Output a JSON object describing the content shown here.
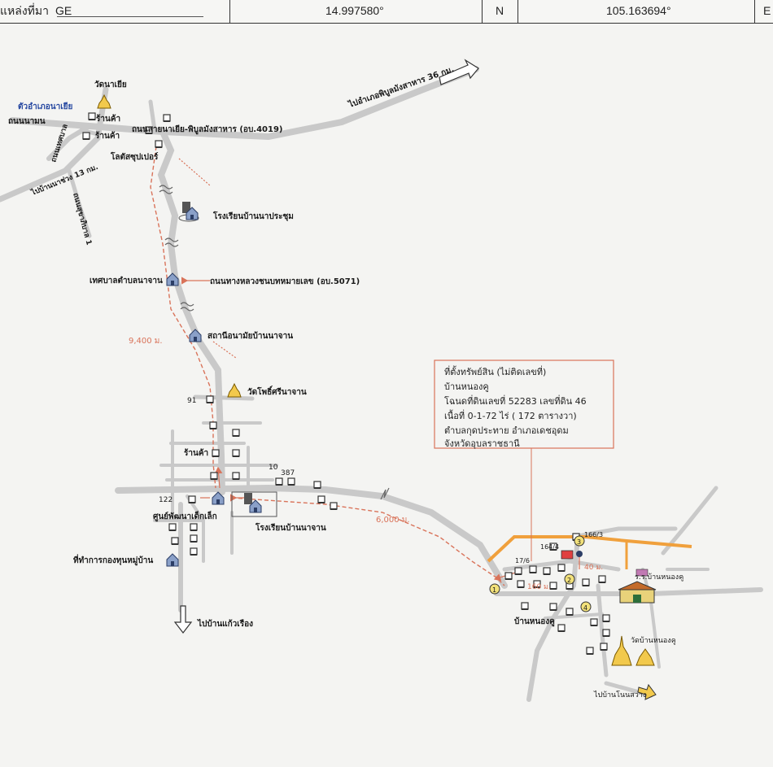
{
  "header": {
    "source_label": "แหล่งที่มา",
    "source_value": "GE",
    "latitude": "14.997580°",
    "lat_dir": "N",
    "longitude": "105.163694°",
    "lon_dir": "E"
  },
  "labels": {
    "wat_na_yia": "วัดนาเยีย",
    "amphoe_na_yia": "ตัวอำเภอนาเยีย",
    "thanon_na_mon": "ถนนนามน",
    "shop_1": "ร้านค้า",
    "shop_2": "ร้านค้า",
    "road_4019": "ถนนสายนาเยีย-พิบูลมังสาหาร (อบ.4019)",
    "to_phibun": "ไปอำเภอพิบูลมังสาหาร 36 กม.",
    "lotus": "โลตัสซุปเปอร์",
    "to_ban_na_chuang": "ไปบ้านนาช่วง 13 กม.",
    "road_left": "ถนนเทศบาล",
    "road_left2": "ถนนสุขาภิบาล 1",
    "school_na_prachum": "โรงเรียนบ้านนาประชุม",
    "tessaban": "เทศบาลตำบลนาจาน",
    "road_5071": "ถนนทางหลวงชนบทหมายเลข (อบ.5071)",
    "dist_9400": "9,400 ม.",
    "health_station": "สถานีอนามัยบ้านนาจาน",
    "wat_pho_si": "วัดโพธิ์ศรีนาจาน",
    "num_91": "91",
    "shop_3": "ร้านค้า",
    "num_10": "10",
    "num_387": "387",
    "num_122": "122",
    "child_center": "ศูนย์พัฒนาเด็กเล็ก",
    "school_na_chan": "โรงเรียนบ้านนาจาน",
    "village_fund": "ที่ทำการกองทุนหมู่บ้าน",
    "to_kaeo_rueang": "ไปบ้านแก้วเรือง",
    "dist_6000": "6,000 ม.",
    "num_166_3": "166/3",
    "num_164_4": "164/4",
    "num_17_6": "17/6",
    "dist_40": "40 ม.",
    "dist_160": "160 ม.",
    "school_nong_ku": "ร.ร.บ้านหนองคู",
    "ban_nong_ku": "บ้านหนองคู",
    "wat_nong_ku": "วัดบ้านหนองคู",
    "to_non_sawang": "ไปบ้านโนนสว่าง"
  },
  "info_box": {
    "line1": "ที่ตั้งทรัพย์สิน (ไม่ติดเลขที่)",
    "line2": "บ้านหนองคู",
    "line3": "โฉนดที่ดินเลขที่ 52283 เลขที่ดิน 46",
    "line4": "เนื้อที่ 0-1-72 ไร่ ( 172 ตารางวา)",
    "line5": "ตำบลกุดประทาย  อำเภอเดชอุดม",
    "line6": "จังหวัดอุบลราชธานี"
  },
  "markers": [
    "1",
    "2",
    "3",
    "4"
  ],
  "colors": {
    "road": "#c9c9c9",
    "route": "#d9735a",
    "property_boundary": "#f0a03c",
    "info_border": "#d9735a",
    "label_pink": "#c0392b"
  }
}
